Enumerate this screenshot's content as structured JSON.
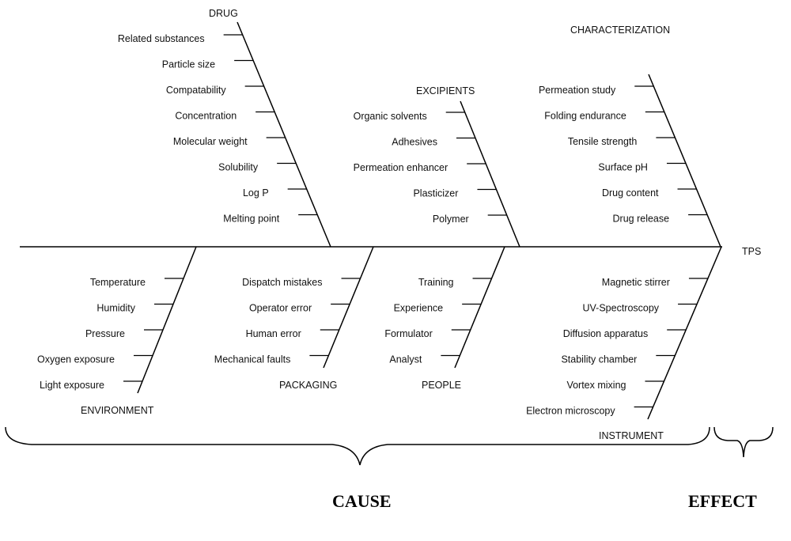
{
  "effect_label": "TPS",
  "bottom": {
    "cause": "CAUSE",
    "effect": "EFFECT"
  },
  "categories": [
    {
      "name": "DRUG",
      "side": "top",
      "factors": [
        "Related substances",
        "Particle size",
        "Compatability",
        "Concentration",
        "Molecular weight",
        "Solubility",
        "Log P",
        "Melting point"
      ]
    },
    {
      "name": "EXCIPIENTS",
      "side": "top",
      "factors": [
        "Organic solvents",
        "Adhesives",
        "Permeation enhancer",
        "Plasticizer",
        "Polymer"
      ]
    },
    {
      "name": "CHARACTERIZATION",
      "side": "top",
      "factors": [
        "Permeation study",
        "Folding endurance",
        "Tensile strength",
        "Surface pH",
        "Drug content",
        "Drug release"
      ]
    },
    {
      "name": "ENVIRONMENT",
      "side": "bottom",
      "factors": [
        "Temperature",
        "Humidity",
        "Pressure",
        "Oxygen exposure",
        "Light exposure"
      ]
    },
    {
      "name": "PACKAGING",
      "side": "bottom",
      "factors": [
        "Dispatch mistakes",
        "Operator error",
        "Human error",
        "Mechanical faults"
      ]
    },
    {
      "name": "PEOPLE",
      "side": "bottom",
      "factors": [
        "Training",
        "Experience",
        "Formulator",
        "Analyst"
      ]
    },
    {
      "name": "INSTRUMENT",
      "side": "bottom",
      "factors": [
        "Magnetic stirrer",
        "UV-Spectroscopy",
        "Diffusion apparatus",
        "Stability chamber",
        "Vortex mixing",
        "Electron microscopy"
      ]
    }
  ]
}
